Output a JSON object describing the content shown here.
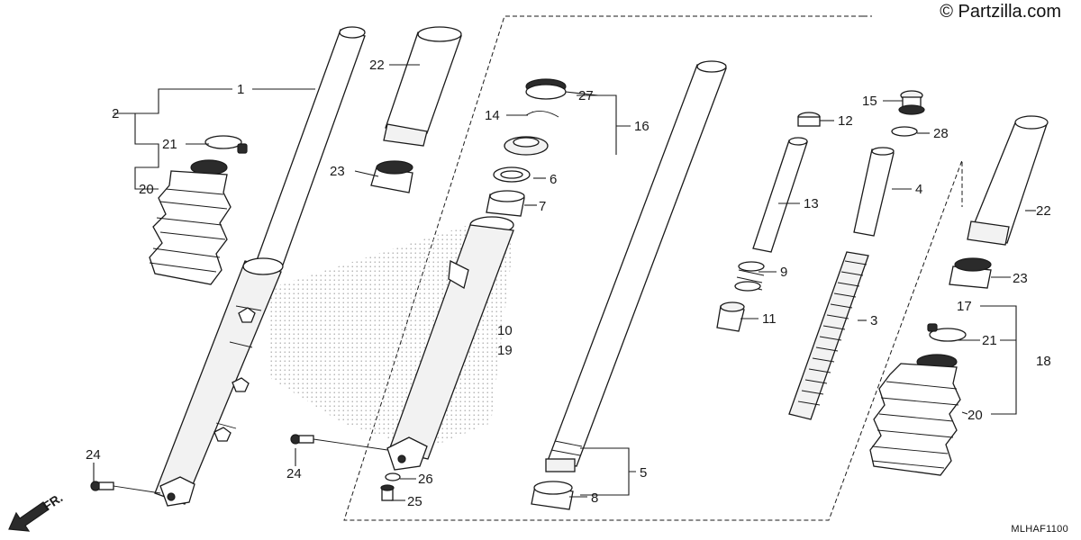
{
  "watermark": "© Partzilla.com",
  "diagram_code": "MLHAF1100",
  "direction_label": "FR.",
  "callouts": {
    "c1": "1",
    "c2": "2",
    "c3": "3",
    "c4": "4",
    "c5": "5",
    "c6": "6",
    "c7": "7",
    "c8": "8",
    "c9": "9",
    "c10": "10",
    "c11": "11",
    "c12": "12",
    "c13": "13",
    "c14": "14",
    "c15": "15",
    "c16": "16",
    "c17": "17",
    "c18": "18",
    "c19": "19",
    "c20_left": "20",
    "c20_right": "20",
    "c21_left": "21",
    "c21_right": "21",
    "c22_left": "22",
    "c22_right": "22",
    "c23_left": "23",
    "c23_right": "23",
    "c24_left": "24",
    "c24_mid": "24",
    "c25": "25",
    "c26": "26",
    "c27": "27",
    "c28": "28"
  }
}
